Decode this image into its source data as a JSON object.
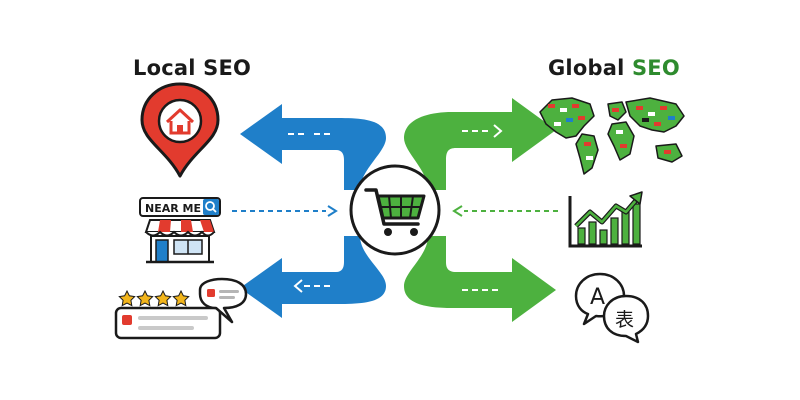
{
  "local": {
    "title": "Local SEO",
    "search_badge": "NEAR ME",
    "review_stars": 4
  },
  "global": {
    "title_prefix": "Global ",
    "title_highlight": "SEO"
  },
  "translation": {
    "latin_glyph": "A",
    "cjk_glyph": "表"
  },
  "colors": {
    "blue": "#1f7fc9",
    "green": "#4db13f",
    "red": "#e23b2e",
    "dark": "#1a1a1a",
    "star": "#f2b51c"
  },
  "icons": [
    "location-pin-icon",
    "home-icon",
    "storefront-icon",
    "search-icon",
    "review-icon",
    "star-icon",
    "chat-bubble-icon",
    "shopping-cart-icon",
    "world-map-icon",
    "growth-chart-icon",
    "translation-icon"
  ]
}
